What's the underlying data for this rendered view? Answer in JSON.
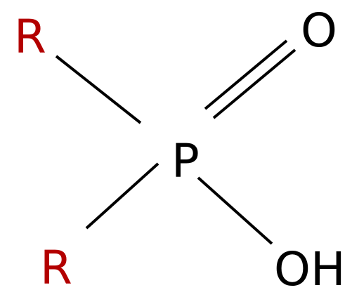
{
  "molecule": {
    "atoms": {
      "r_top": "R",
      "r_bottom": "R",
      "phosphorus": "P",
      "oxygen": "O",
      "hydroxyl": "OH"
    },
    "colors": {
      "r_group": "#b30000",
      "atom": "#000000",
      "bond": "#000000"
    }
  }
}
